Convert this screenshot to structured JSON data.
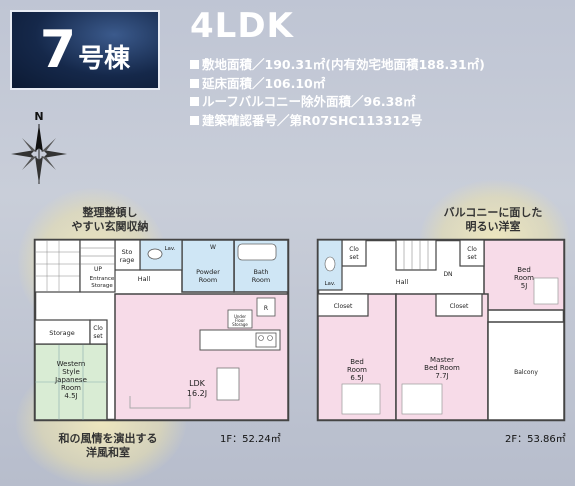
{
  "header": {
    "building_number": "7",
    "building_unit": "号棟",
    "layout_type": "4LDK"
  },
  "specs": [
    "敷地面積／190.31㎡(内有効宅地面積188.31㎡)",
    "延床面積／106.10㎡",
    "ルーフバルコニー除外面積／96.38㎡",
    "建築確認番号／第R07SHC113312号"
  ],
  "compass": {
    "label": "N"
  },
  "notes": {
    "entrance": [
      "整理整頓し",
      "やすい玄関収納"
    ],
    "western_japanese": [
      "和の風情を演出する",
      "洋風和室"
    ],
    "balcony_room": [
      "バルコニーに面した",
      "明るい洋室"
    ]
  },
  "floor1": {
    "area_label": "1F：52.24㎡",
    "rooms": {
      "storage_top": [
        "Sto",
        "rage"
      ],
      "lav": "Lav.",
      "w": "W",
      "up": "UP",
      "entrance_storage": [
        "Entrance",
        "Storage"
      ],
      "hall": "Hall",
      "powder_room": [
        "Powder",
        "Room"
      ],
      "bath_room": [
        "Bath",
        "Room"
      ],
      "r": "R",
      "under_floor": [
        "Under",
        "Floor",
        "Storage"
      ],
      "storage": "Storage",
      "closet": [
        "Clo",
        "set"
      ],
      "western_japanese": [
        "Western",
        "Style",
        "Japanese",
        "Room",
        "4.5J"
      ],
      "ldk": [
        "LDK",
        "16.2J"
      ]
    }
  },
  "floor2": {
    "area_label": "2F：53.86㎡",
    "rooms": {
      "closet_a": [
        "Clo",
        "set"
      ],
      "closet_b": [
        "Clo",
        "set"
      ],
      "dn": "DN",
      "lav": "Lav.",
      "hall": "Hall",
      "bed_5": [
        "Bed",
        "Room",
        "5J"
      ],
      "closet_left": "Closet",
      "closet_right": "Closet",
      "bed_65": [
        "Bed",
        "Room",
        "6.5J"
      ],
      "master": [
        "Master",
        "Bed Room",
        "7.7J"
      ],
      "balcony": "Balcony"
    }
  },
  "colors": {
    "badge_bg": "#15284a",
    "ldk_fill": "#f7dbe8",
    "bed_fill": "#f7dbe8",
    "wet_fill": "#cfe6f5",
    "tatami_fill": "#d9ecd4",
    "wall": "#444444",
    "highlight_blob": "#f0e8be"
  }
}
